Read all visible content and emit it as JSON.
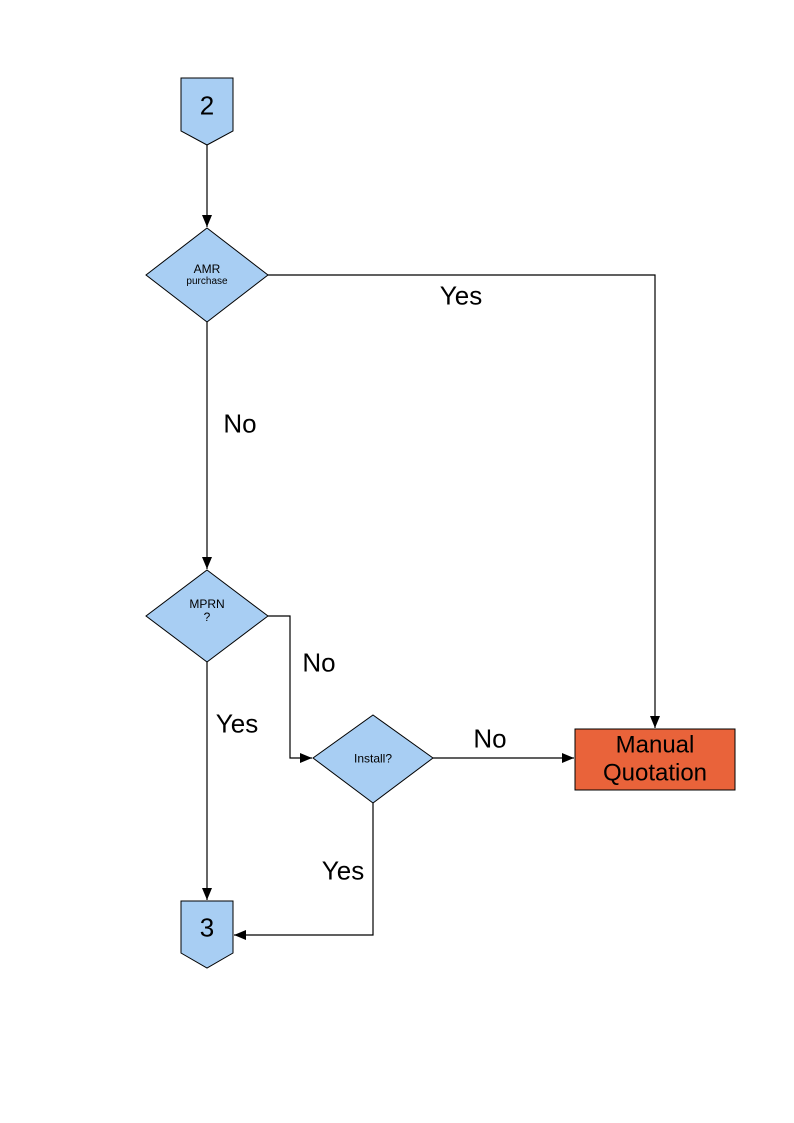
{
  "colors": {
    "node_fill": "#A8CEF3",
    "process_fill": "#E9633A",
    "line": "#000000"
  },
  "nodes": {
    "connector_2": {
      "type": "off-page-connector",
      "label": "2"
    },
    "amr_purchase": {
      "type": "decision",
      "label": "AMR",
      "sublabel": "purchase"
    },
    "mprn": {
      "type": "decision",
      "label": "MPRN",
      "sublabel": "?"
    },
    "install": {
      "type": "decision",
      "label": "Install?"
    },
    "manual_quotation": {
      "type": "process",
      "label": "Manual Quotation"
    },
    "connector_3": {
      "type": "off-page-connector",
      "label": "3"
    }
  },
  "edges": [
    {
      "from": "connector_2",
      "to": "amr_purchase",
      "label": ""
    },
    {
      "from": "amr_purchase",
      "to": "manual_quotation",
      "label": "Yes"
    },
    {
      "from": "amr_purchase",
      "to": "mprn",
      "label": "No"
    },
    {
      "from": "mprn",
      "to": "install",
      "label": "No"
    },
    {
      "from": "mprn",
      "to": "connector_3",
      "label": "Yes"
    },
    {
      "from": "install",
      "to": "manual_quotation",
      "label": "No"
    },
    {
      "from": "install",
      "to": "connector_3",
      "label": "Yes"
    }
  ]
}
